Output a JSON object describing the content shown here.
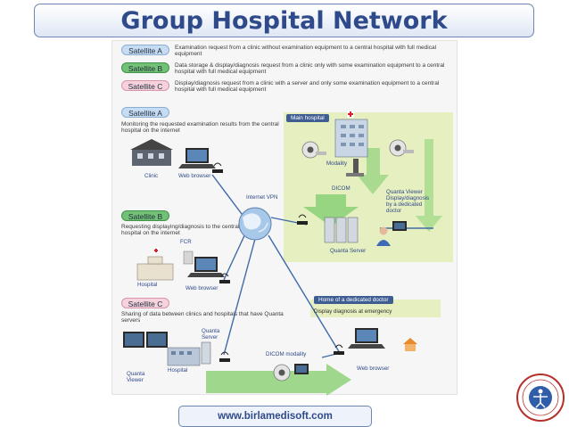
{
  "title": "Group Hospital Network",
  "footer_url": "www.birlamedisoft.com",
  "legend": [
    {
      "badge": "Satellite A",
      "text": "Examination request from a clinic without examination  equipment to a central hospital with full medical equipment"
    },
    {
      "badge": "Satellite B",
      "text": "Data storage & display/diagnosis request from a clinic only with some examination equipment  to a central hospital with full medical equipment"
    },
    {
      "badge": "Satellite C",
      "text": "Display/diagnosis request from a clinic with a server and only some examination equipment  to a central hospital with full medical equipment"
    }
  ],
  "sections": {
    "a": {
      "badge": "Satellite A",
      "text": "Monitoring the requested examination results from the central hospital on the internet"
    },
    "b": {
      "badge": "Satellite B",
      "text": "Requesting displaying/diagnosis to the central hospital on the internet"
    },
    "c": {
      "badge": "Satellite C",
      "text": "Sharing of data between clinics and hospitals that have Quanta servers"
    }
  },
  "labels": {
    "main_hospital": "Main hospital",
    "modality": "Modality",
    "dicom": "DICOM",
    "quanta_viewer": [
      "Quanta Viewer",
      "Display/diagnosis",
      "by a dedicated",
      "doctor"
    ],
    "quanta_server": "Quanta Server",
    "internet_vpn": "Internet VPN",
    "clinic": "Clinic",
    "web_browser_a": "Web browser",
    "fcr": "FCR",
    "hospital_b": "Hospital",
    "web_browser_b": "Web browser",
    "home_doctor": "Home of a dedicated doctor",
    "display_emergency": "Display diagnosis at emergency",
    "quanta_server_c": [
      "Quanta",
      "Server"
    ],
    "quanta_viewer_c": [
      "Quanta",
      "Viewer"
    ],
    "hospital_c": "Hospital",
    "dicom_modality": "DICOM modality",
    "web_browser_home": "Web browser"
  },
  "colors": {
    "title": "#2f4a8a",
    "zone": "#e6efbf",
    "arrow_green": "#8fd27a",
    "satellite_a": "#c6dcf2",
    "satellite_b": "#73c176",
    "satellite_c": "#f5d2dc"
  }
}
